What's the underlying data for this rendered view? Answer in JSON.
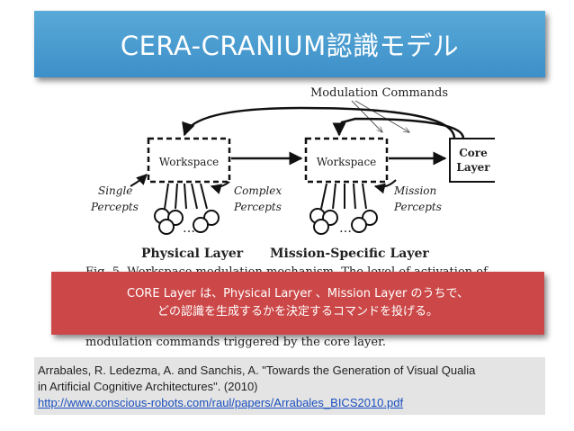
{
  "title": "CERA-CRANIUM認識モデル",
  "diagram": {
    "modulation_commands": "Modulation Commands",
    "workspace_left": "Workspace",
    "workspace_right": "Workspace",
    "core_layer_line1": "Core",
    "core_layer_line2": "Layer",
    "single_line1": "Single",
    "single_line2": "Percepts",
    "complex_line1": "Complex",
    "complex_line2": "Percepts",
    "mission_line1": "Mission",
    "mission_line2": "Percepts",
    "ellipsis_left": "…",
    "ellipsis_right": "…",
    "physical_layer": "Physical Layer",
    "mission_layer": "Mission-Specific Layer",
    "caption_top": "Fig. 5. Workspace modulation mechanism. The level of activation of",
    "caption_bottom": "modulation commands triggered by the core layer."
  },
  "callout": {
    "line1": "CORE Layer は、Physical Laryer 、Mission Layer のうちで、",
    "line2": "どの認識を生成するかを決定するコマンドを投げる。"
  },
  "reference": {
    "line1": "Arrabales, R. Ledezma, A. and Sanchis, A. \"Towards the Generation of Visual Qualia",
    "line2": "in Artificial Cognitive Architectures\". (2010)",
    "link": "http://www.conscious-robots.com/raul/papers/Arrabales_BICS2010.pdf"
  }
}
